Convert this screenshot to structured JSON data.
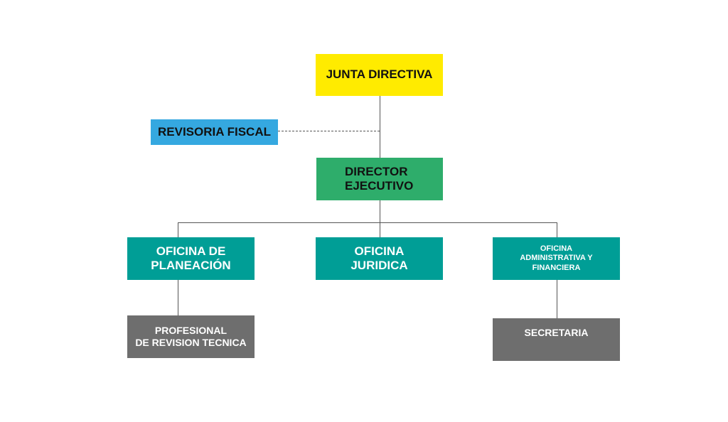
{
  "diagram": {
    "type": "org-chart",
    "nodes": {
      "junta": {
        "label": "JUNTA DIRECTIVA",
        "color": "#FFEB00"
      },
      "revisoria": {
        "label": "REVISORIA FISCAL",
        "color": "#35A8E0"
      },
      "director": {
        "label": "DIRECTOR\nEJECUTIVO",
        "color": "#2EAD6B"
      },
      "planeacion": {
        "label": "OFICINA DE\nPLANEACIÓN",
        "color": "#009E96"
      },
      "juridica": {
        "label": "OFICINA\nJURIDICA",
        "color": "#009E96"
      },
      "administrativa": {
        "label": "OFICINA\nADMINISTRATIVA Y\nFINANCIERA",
        "color": "#009E96"
      },
      "profesional": {
        "label": "PROFESIONAL\nDE REVISION TECNICA",
        "color": "#6E6E6E"
      },
      "secretaria": {
        "label": "SECRETARIA",
        "color": "#6E6E6E"
      }
    },
    "edges": [
      {
        "from": "junta",
        "to": "director",
        "style": "solid"
      },
      {
        "from": "revisoria",
        "to": "junta-director-line",
        "style": "dashed"
      },
      {
        "from": "director",
        "to": "planeacion",
        "style": "solid"
      },
      {
        "from": "director",
        "to": "juridica",
        "style": "solid"
      },
      {
        "from": "director",
        "to": "administrativa",
        "style": "solid"
      },
      {
        "from": "planeacion",
        "to": "profesional",
        "style": "solid"
      },
      {
        "from": "administrativa",
        "to": "secretaria",
        "style": "solid"
      }
    ]
  }
}
